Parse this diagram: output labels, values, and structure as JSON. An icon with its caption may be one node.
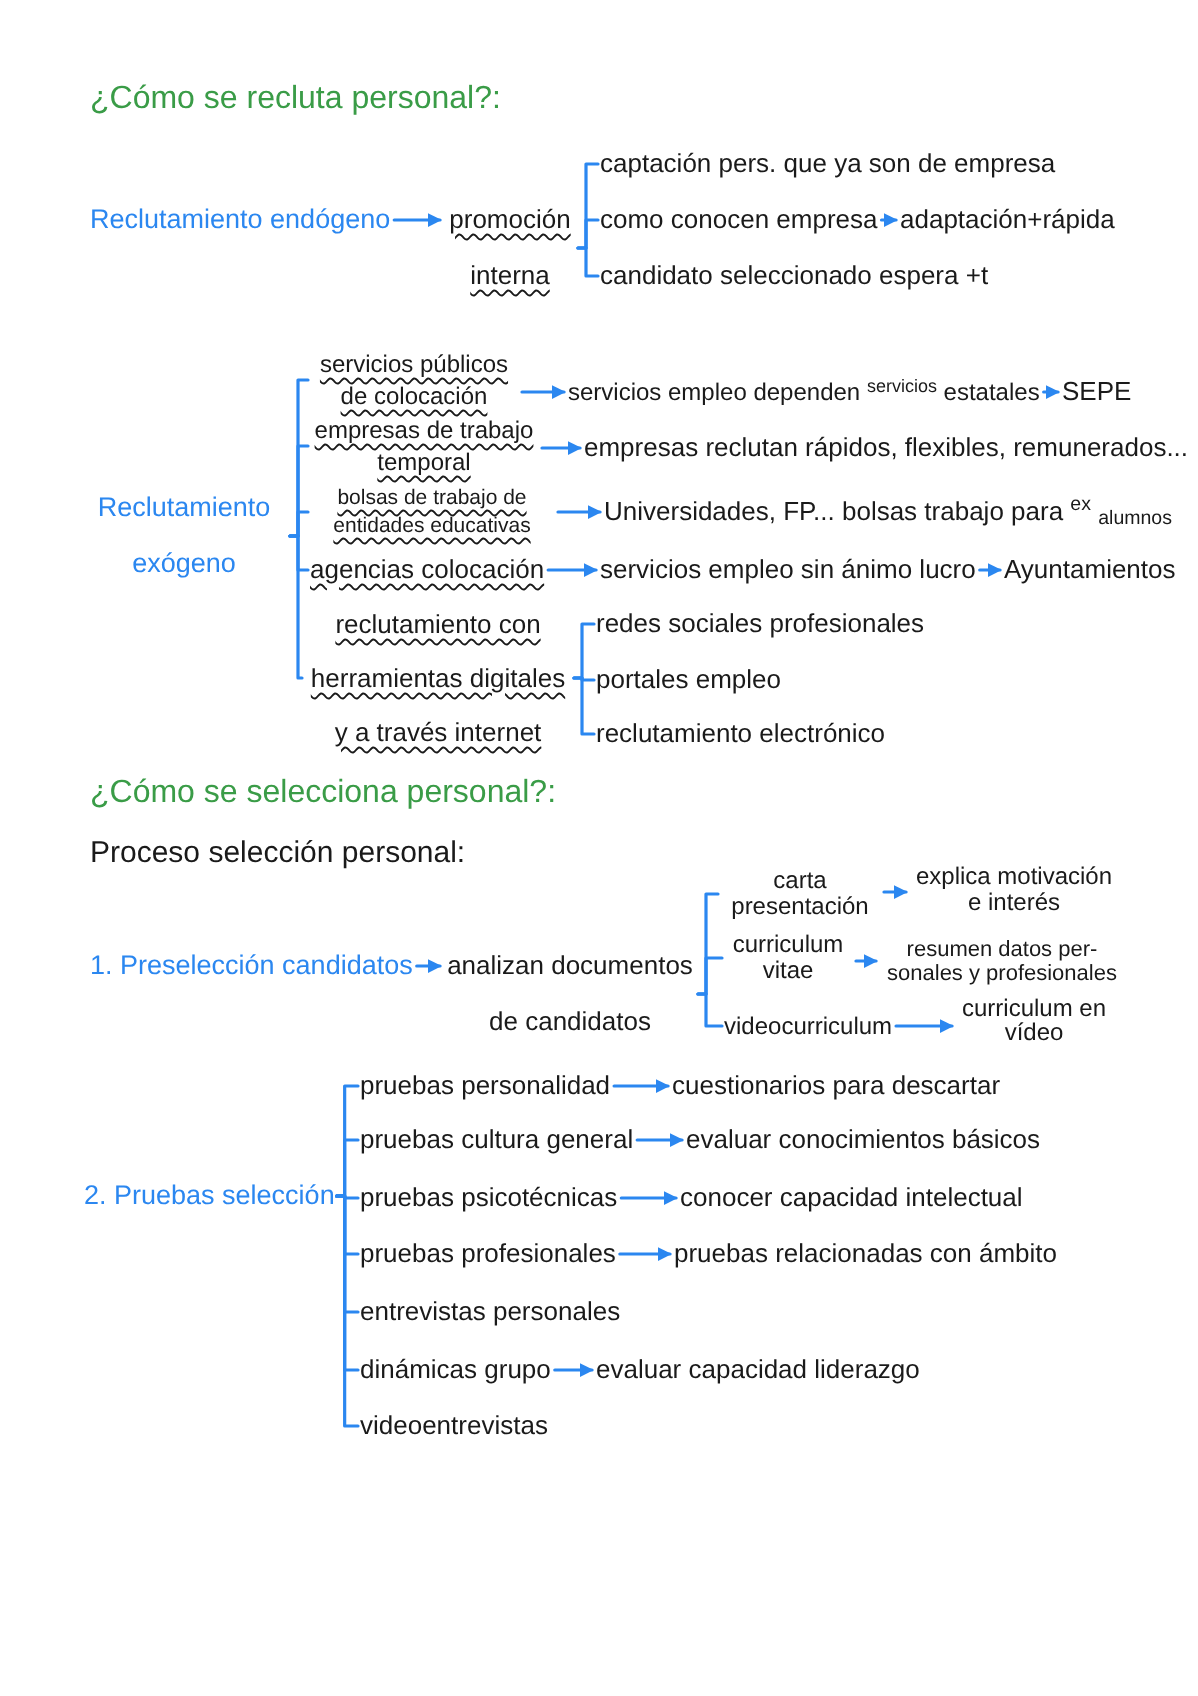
{
  "diagram": {
    "title": "¿Cómo se recluta personal?:",
    "nodes": [
      {
        "text": [
          "Reclutamiento endógeno"
        ]
      },
      {
        "text": [
          "promoción interna"
        ]
      },
      {
        "text": [
          "captación pers. que ya son de empresa"
        ]
      },
      {
        "text": [
          "como conocen empresa"
        ]
      },
      {
        "text": [
          "adaptación+rápida"
        ]
      },
      {
        "text": [
          "candidato seleccionado espera +t"
        ]
      },
      {
        "text": [
          "Reclutamiento exógeno"
        ]
      },
      {
        "text": [
          "servicios públicos de colocación"
        ]
      },
      {
        "text": [
          "servicios empleo dependen $^{servicios}$ estatales"
        ]
      },
      {
        "text": [
          "SEPE"
        ]
      },
      {
        "text": [
          "empresas de trabajo temporal"
        ]
      },
      {
        "text": [
          "empresas reclutan rápidos, flexibles, remunerados..."
        ]
      },
      {
        "text": [
          "bolsas de trabajo de entidades educativas"
        ]
      },
      {
        "text": [
          "Universidades, FP... bolsas trabajo para $^{ex}$ $_{alumnos}$"
        ]
      },
      {
        "text": [
          "agencias colocación"
        ]
      },
      {
        "text": [
          "servicios empleo sin ánimo lucro"
        ]
      },
      {
        "text": [
          "Ayuntamientos"
        ]
      },
      {
        "text": [
          "reclutamiento con herramientas digitales y a través internet"
        ]
      },
      {
        "text": [
          "redes sociales profesionales"
        ]
      },
      {
        "text": [
          "portales empleo"
        ]
      },
      {
        "text": [
          "reclutamiento electrónico"
        ]
      },
      {
        "text": [
          "1. Preselección candidatos"
        ]
      },
      {
        "text": [
          "analizan documentos de candidatos"
        ]
      },
      {
        "text": [
          "carta presentación"
        ]
      },
      {
        "text": [
          "explica motivación e interés"
        ]
      },
      {
        "text": [
          "curriculum vitae"
        ]
      },
      {
        "text": [
          "resumen datos per- sonales y profesionales"
        ]
      },
      {
        "text": [
          "videocurriculum"
        ]
      },
      {
        "text": [
          "curriculum en vídeo"
        ]
      },
      {
        "text": [
          "2. Pruebas selección"
        ]
      },
      {
        "text": [
          "pruebas personalidad"
        ]
      },
      {
        "text": [
          "cuestionarios para descartar"
        ]
      },
      {
        "text": [
          "pruebas cultura general"
        ]
      },
      {
        "text": [
          "evaluar conocimientos básicos"
        ]
      },
      {
        "text": [
          "pruebas psicotécnicas"
        ]
      },
      {
        "text": [
          "conocer capacidad intelectual"
        ]
      },
      {
        "text": [
          "pruebas profesionales"
        ]
      },
      {
        "text": [
          "pruebas relacionadas con ámbito"
        ]
      },
      {
        "text": [
          "entrevistas personales"
        ]
      },
      {
        "text": [
          "dinámicas grupo"
        ]
      },
      {
        "text": [
          "evaluar capacidad liderazgo"
        ]
      },
      {
        "text": [
          "videoentrevistas"
        ]
      }
    ],
    "edges": [
      {
        "from": 0,
        "to": 1,
        "arrow": "to"
      },
      {
        "from": 1,
        "to": 2,
        "arrow": "none"
      },
      {
        "from": 1,
        "to": 3,
        "arrow": "none"
      },
      {
        "from": 1,
        "to": 5,
        "arrow": "none"
      },
      {
        "from": 3,
        "to": 4,
        "arrow": "to"
      },
      {
        "from": 6,
        "to": 7,
        "arrow": "none"
      },
      {
        "from": 6,
        "to": 10,
        "arrow": "none"
      },
      {
        "from": 6,
        "to": 12,
        "arrow": "none"
      },
      {
        "from": 6,
        "to": 14,
        "arrow": "none"
      },
      {
        "from": 6,
        "to": 17,
        "arrow": "none"
      },
      {
        "from": 7,
        "to": 8,
        "arrow": "to"
      },
      {
        "from": 8,
        "to": 9,
        "arrow": "to"
      },
      {
        "from": 10,
        "to": 11,
        "arrow": "to"
      },
      {
        "from": 12,
        "to": 13,
        "arrow": "to"
      },
      {
        "from": 14,
        "to": 15,
        "arrow": "to"
      },
      {
        "from": 15,
        "to": 16,
        "arrow": "to"
      },
      {
        "from": 17,
        "to": 18,
        "arrow": "none"
      },
      {
        "from": 17,
        "to": 19,
        "arrow": "none"
      },
      {
        "from": 17,
        "to": 20,
        "arrow": "none"
      },
      {
        "from": 21,
        "to": 22,
        "arrow": "to"
      },
      {
        "from": 22,
        "to": 23,
        "arrow": "none"
      },
      {
        "from": 22,
        "to": 25,
        "arrow": "none"
      },
      {
        "from": 22,
        "to": 27,
        "arrow": "none"
      },
      {
        "from": 23,
        "to": 24,
        "arrow": "to"
      },
      {
        "from": 25,
        "to": 26,
        "arrow": "to"
      },
      {
        "from": 27,
        "to": 28,
        "arrow": "to"
      },
      {
        "from": 29,
        "to": 30,
        "arrow": "none"
      },
      {
        "from": 29,
        "to": 32,
        "arrow": "none"
      },
      {
        "from": 29,
        "to": 34,
        "arrow": "none"
      },
      {
        "from": 29,
        "to": 36,
        "arrow": "none"
      },
      {
        "from": 29,
        "to": 38,
        "arrow": "none"
      },
      {
        "from": 29,
        "to": 39,
        "arrow": "none"
      },
      {
        "from": 29,
        "to": 41,
        "arrow": "none"
      },
      {
        "from": 30,
        "to": 31,
        "arrow": "to"
      },
      {
        "from": 32,
        "to": 33,
        "arrow": "to"
      },
      {
        "from": 34,
        "to": 35,
        "arrow": "to"
      },
      {
        "from": 36,
        "to": 37,
        "arrow": "to"
      },
      {
        "from": 39,
        "to": 40,
        "arrow": "to"
      }
    ],
    "labels": [
      "¿Cómo se selecciona personal?:",
      "Proceso selección personal:"
    ]
  }
}
